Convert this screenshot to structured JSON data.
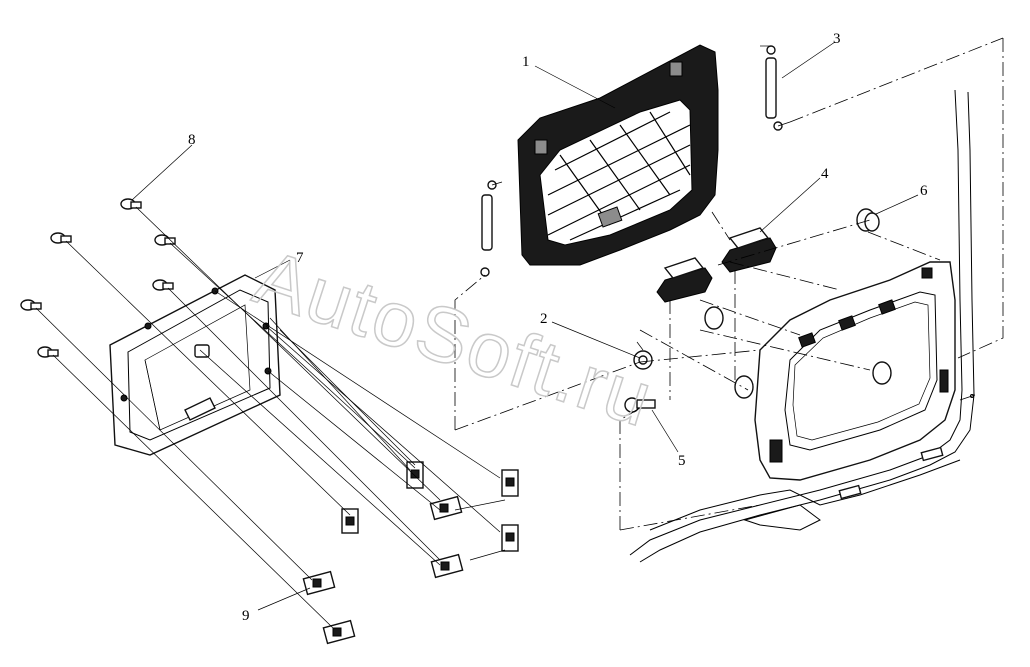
{
  "watermark": "AutoSoft.ru",
  "callouts": [
    {
      "id": "1",
      "label": "1"
    },
    {
      "id": "2",
      "label": "2"
    },
    {
      "id": "3",
      "label": "3"
    },
    {
      "id": "4",
      "label": "4"
    },
    {
      "id": "5",
      "label": "5"
    },
    {
      "id": "6",
      "label": "6"
    },
    {
      "id": "7",
      "label": "7"
    },
    {
      "id": "8",
      "label": "8"
    },
    {
      "id": "9",
      "label": "9"
    }
  ],
  "colors": {
    "line": "#000000",
    "watermark": "#c9c9c9",
    "background": "#ffffff"
  }
}
